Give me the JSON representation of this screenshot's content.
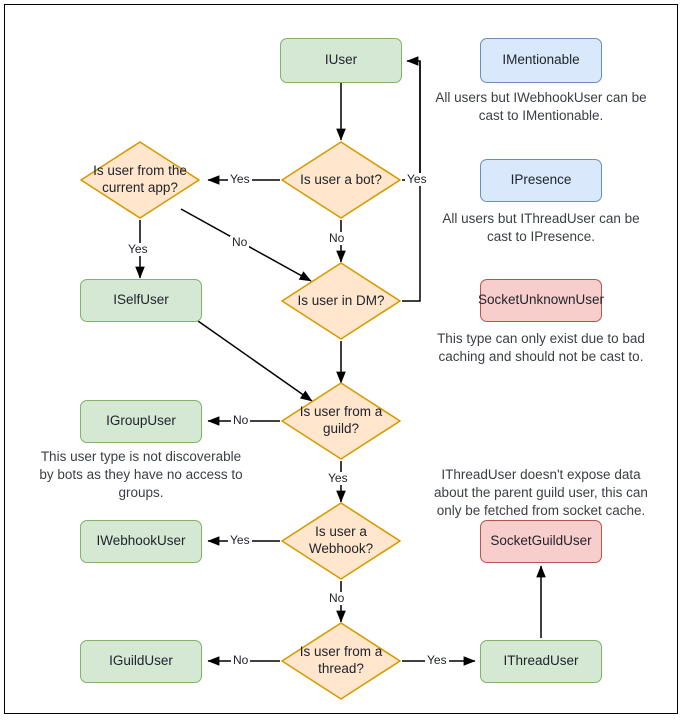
{
  "diagram": {
    "title": "Discord.Net user type resolution flowchart",
    "colors": {
      "interface_fill": "#d5e8d4",
      "interface_stroke": "#82b366",
      "decision_fill": "#ffe6cc",
      "decision_stroke": "#d79b00",
      "mentionable_fill": "#dae8fc",
      "mentionable_stroke": "#6c8ebf",
      "socket_fill": "#f8cecc",
      "socket_stroke": "#b85450",
      "edge_color": "#000000",
      "canvas_border": "#000000"
    },
    "nodes": {
      "iuser": "IUser",
      "is_user_a_bot": "Is user a bot?",
      "is_user_from_current_app": "Is user from the current app?",
      "is_user_in_dm": "Is user in DM?",
      "iselfuser": "ISelfUser",
      "is_user_from_guild": "Is user from a guild?",
      "igroupuser": "IGroupUser",
      "is_user_a_webhook": "Is user a Webhook?",
      "iwebhookuser": "IWebhookUser",
      "is_user_from_thread": "Is user from a thread?",
      "iguilduser": "IGuildUser",
      "ithreaduser": "IThreadUser",
      "imentionable": "IMentionable",
      "ipresence": "IPresence",
      "socketunknownuser": "SocketUnknownUser",
      "socketguilduser": "SocketGuildUser"
    },
    "edge_labels": {
      "bot_yes": "Yes",
      "bot_no": "No",
      "dm_yes": "Yes",
      "current_app_yes": "Yes",
      "current_app_no": "No",
      "guild_no": "No",
      "guild_yes": "Yes",
      "webhook_yes": "Yes",
      "webhook_no": "No",
      "thread_no": "No",
      "thread_yes": "Yes"
    },
    "notes": {
      "imentionable": "All users but IWebhookUser can be cast to IMentionable.",
      "ipresence": "All users but IThreadUser can be cast to IPresence.",
      "socketunknownuser": "This type can only exist due to bad caching and should not be cast to.",
      "igroupuser": "This user type is not discoverable by bots as they have no access to groups.",
      "socketguilduser": "IThreadUser doesn't expose data about the parent guild user, this can only be fetched from socket cache."
    }
  }
}
